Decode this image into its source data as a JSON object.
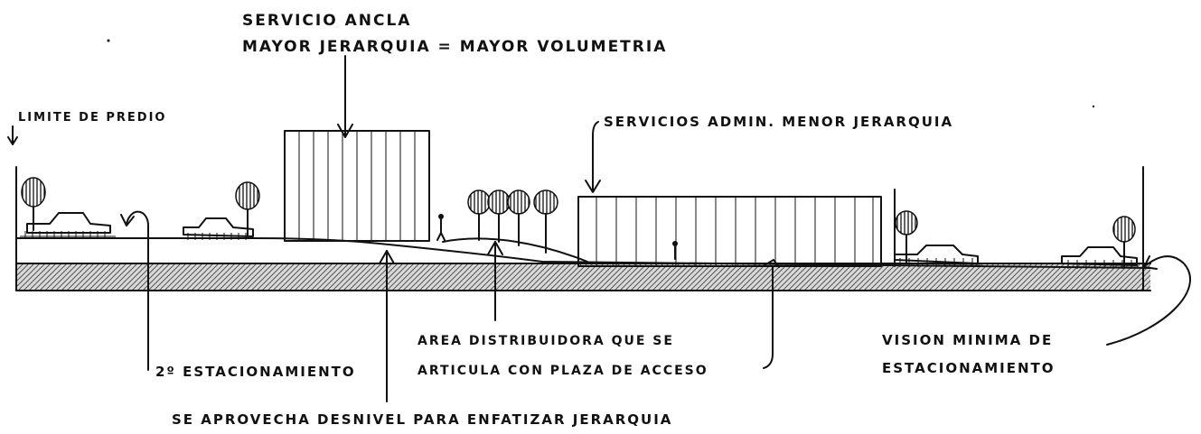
{
  "labels": {
    "anchor_title": "SERVICIO ANCLA",
    "anchor_subtitle": "MAYOR JERARQUIA = MAYOR VOLUMETRIA",
    "site_limit": "LIMITE DE PREDIO",
    "admin_services": "SERVICIOS ADMIN. MENOR JERARQUIA",
    "second_parking": "2º ESTACIONAMIENTO",
    "distributor_line1": "AREA DISTRIBUIDORA QUE SE",
    "distributor_line2": "ARTICULA CON PLAZA DE ACCESO",
    "vision_line1": "VISION MINIMA DE",
    "vision_line2": "ESTACIONAMIENTO",
    "level_change": "SE APROVECHA DESNIVEL PARA ENFATIZAR JERARQUIA"
  },
  "colors": {
    "ink": "#111111",
    "ground_hatch": "#6f6f6f"
  }
}
